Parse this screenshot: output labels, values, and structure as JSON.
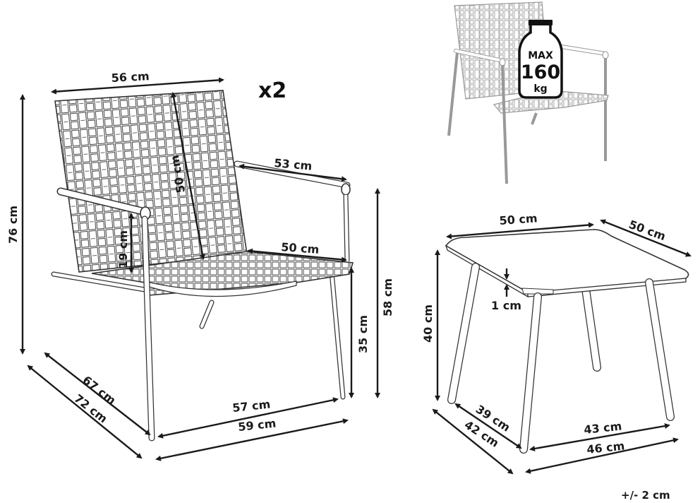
{
  "chair": {
    "quantity": "x2",
    "width_top": "56 cm",
    "back_height": "50 cm",
    "armrest_length": "53 cm",
    "total_height": "76 cm",
    "lumbar": "19 cm",
    "seat_depth": "50 cm",
    "arm_height": "58 cm",
    "seat_height": "35 cm",
    "side_inner": "67 cm",
    "side_outer": "72 cm",
    "front_inner": "57 cm",
    "front_outer": "59 cm"
  },
  "weight_badge": {
    "top": "MAX",
    "value": "160",
    "unit": "kg"
  },
  "table": {
    "top_width": "50 cm",
    "top_depth": "50 cm",
    "thickness": "1 cm",
    "height": "40 cm",
    "side_inner": "39 cm",
    "side_outer": "42 cm",
    "front_inner": "43 cm",
    "front_outer": "46 cm"
  },
  "tolerance": "+/- 2 cm"
}
